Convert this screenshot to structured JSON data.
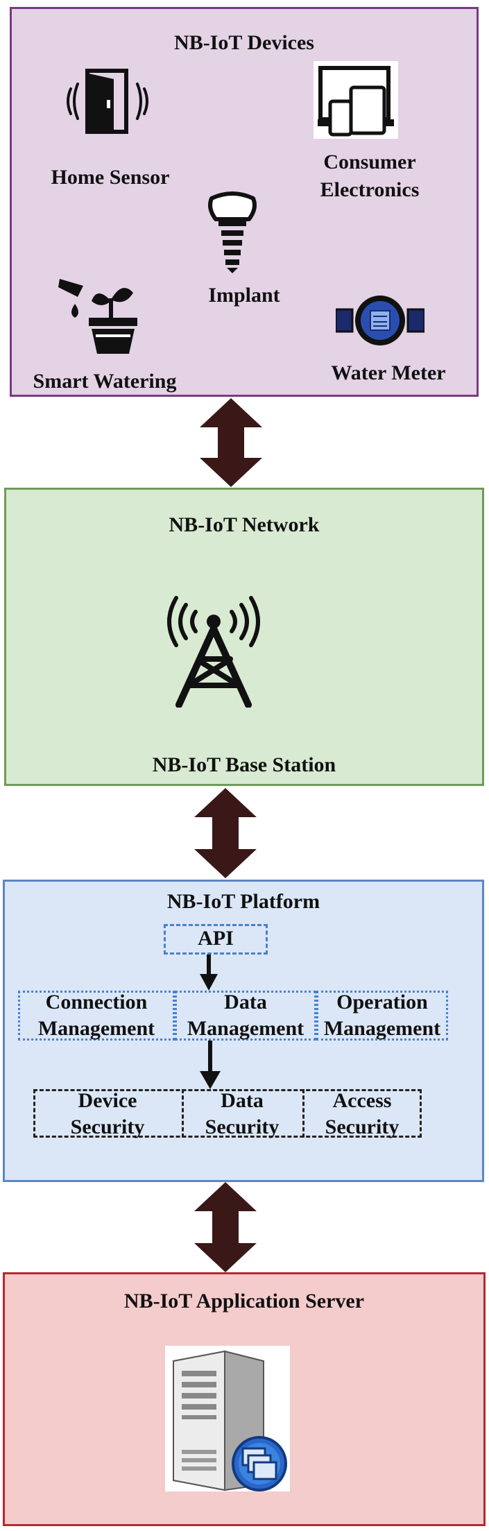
{
  "devices": {
    "title": "NB-IoT Devices",
    "home_sensor": "Home Sensor",
    "consumer_electronics": [
      "Consumer",
      "Electronics"
    ],
    "implant": "Implant",
    "smart_watering": "Smart Watering",
    "water_meter": "Water Meter"
  },
  "network": {
    "title": "NB-IoT Network",
    "base_station": "NB-IoT Base Station"
  },
  "platform": {
    "title": "NB-IoT Platform",
    "api": "API",
    "management": [
      [
        "Connection",
        "Management"
      ],
      [
        "Data",
        "Management"
      ],
      [
        "Operation",
        "Management"
      ]
    ],
    "security": [
      [
        "Device",
        "Security"
      ],
      [
        "Data",
        "Security"
      ],
      [
        "Access",
        "Security"
      ]
    ]
  },
  "server": {
    "title": "NB-IoT Application Server"
  },
  "colors": {
    "devices_fill": "#e3d3e5",
    "devices_border": "#7a3a82",
    "network_fill": "#d8ead1",
    "network_border": "#6f9b58",
    "platform_fill": "#dbe7f7",
    "platform_border": "#5b87c4",
    "server_fill": "#f4cccc",
    "server_border": "#b22a30",
    "arrow": "#3a1818",
    "api_border": "#4a80cc"
  }
}
